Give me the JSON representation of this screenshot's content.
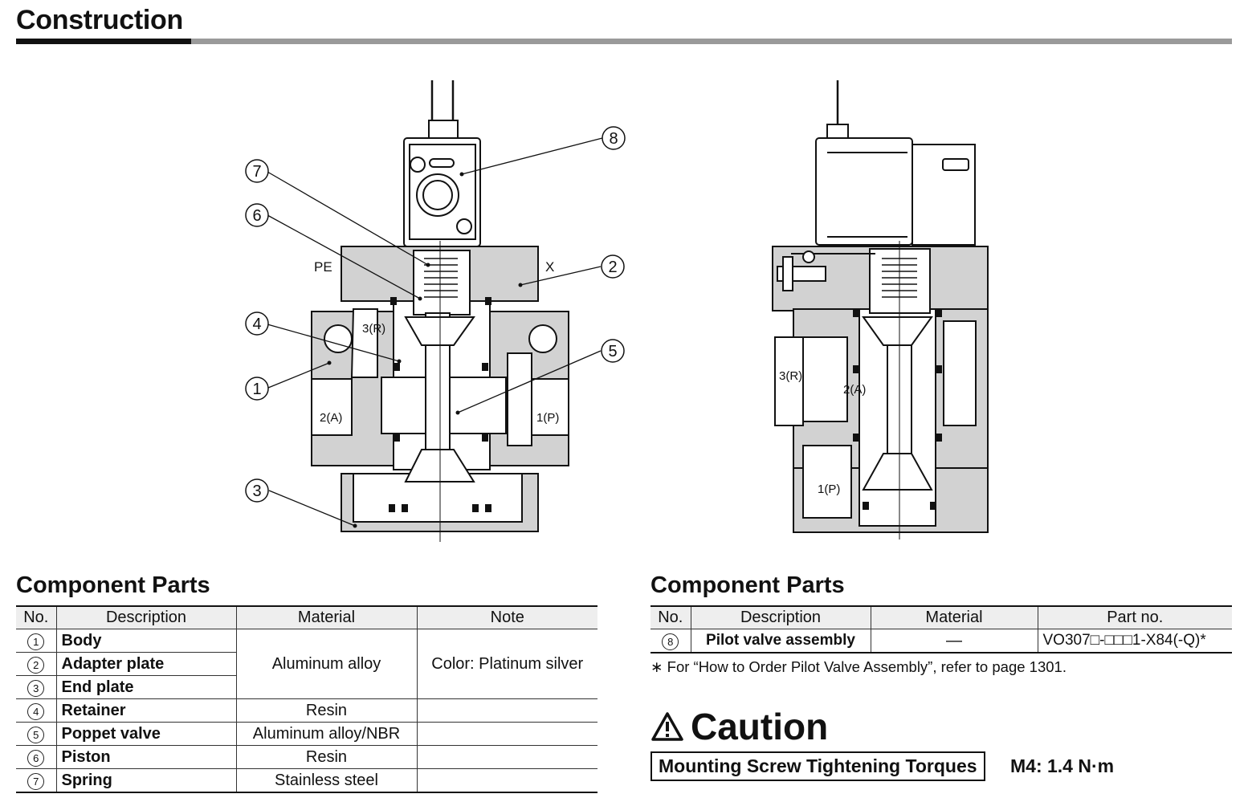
{
  "header": {
    "title": "Construction"
  },
  "diagram": {
    "left_view": {
      "ports": {
        "pe": "PE",
        "x": "X",
        "r": "3(R)",
        "a": "2(A)",
        "p": "1(P)"
      },
      "callouts": [
        "1",
        "2",
        "3",
        "4",
        "5",
        "6",
        "7",
        "8"
      ]
    },
    "right_view": {
      "ports": {
        "r": "3(R)",
        "a": "2(A)",
        "p": "1(P)"
      }
    }
  },
  "left_table": {
    "title": "Component Parts",
    "headers": [
      "No.",
      "Description",
      "Material",
      "Note"
    ],
    "rows": [
      {
        "no": "1",
        "description": "Body"
      },
      {
        "no": "2",
        "description": "Adapter plate"
      },
      {
        "no": "3",
        "description": "End plate"
      },
      {
        "no": "4",
        "description": "Retainer",
        "material": "Resin",
        "note": ""
      },
      {
        "no": "5",
        "description": "Poppet valve",
        "material": "Aluminum alloy/NBR",
        "note": ""
      },
      {
        "no": "6",
        "description": "Piston",
        "material": "Resin",
        "note": ""
      },
      {
        "no": "7",
        "description": "Spring",
        "material": "Stainless steel",
        "note": ""
      }
    ],
    "merged_material": "Aluminum alloy",
    "merged_note": "Color: Platinum silver"
  },
  "right_table": {
    "title": "Component Parts",
    "headers": [
      "No.",
      "Description",
      "Material",
      "Part no."
    ],
    "rows": [
      {
        "no": "8",
        "description": "Pilot valve assembly",
        "material": "—",
        "part_no": "VO307□-□□□1-X84(-Q)*"
      }
    ],
    "footnote": "∗ For “How to Order Pilot Valve Assembly”, refer to page 1301."
  },
  "caution": {
    "title": "Caution",
    "torque_label": "Mounting Screw Tightening Torques",
    "torque_value": "M4: 1.4 N·m"
  },
  "colors": {
    "body_fill": "#d2d2d2",
    "rule_gray": "#9a9a9a",
    "table_header": "#eeeeee"
  }
}
